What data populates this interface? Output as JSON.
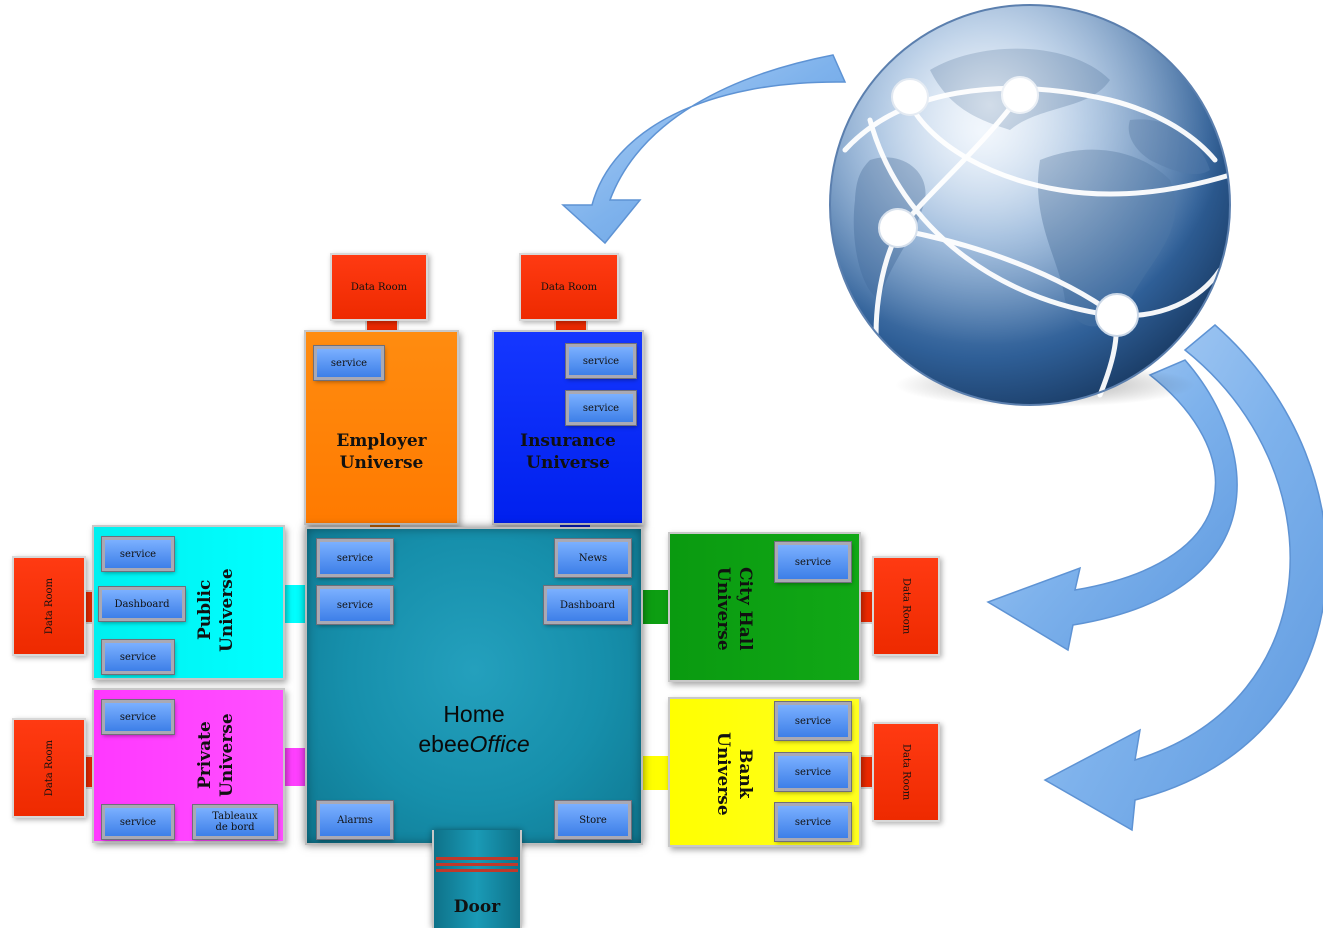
{
  "colors": {
    "employer": "#ff7f00",
    "insurance": "#0a27ff",
    "public": "#00ffff",
    "private": "#ff40ff",
    "cityhall": "#0d9e12",
    "bank": "#ffff00",
    "home": "#1690ac",
    "data_room": "#ee2a00",
    "service": "#4a8bf0",
    "arrow": "#7db2ec"
  },
  "icons": [
    "globe-icon",
    "curved-arrow-icon"
  ],
  "home": {
    "line1": "Home",
    "line2_prefix": "ebee",
    "line2_italic": "Office"
  },
  "door": {
    "label": "Door"
  },
  "home_buttons": {
    "service_1": "service",
    "service_2": "service",
    "news": "News",
    "dashboard": "Dashboard",
    "alarms": "Alarms",
    "store": "Store"
  },
  "employer": {
    "title_1": "Employer",
    "title_2": "Universe",
    "data_room": "Data Room",
    "service_1": "service"
  },
  "insurance": {
    "title_1": "Insurance",
    "title_2": "Universe",
    "data_room": "Data Room",
    "service_1": "service",
    "service_2": "service"
  },
  "public": {
    "title_1": "Public",
    "title_2": "Universe",
    "data_room": "Data Room",
    "service_1": "service",
    "dashboard": "Dashboard",
    "service_2": "service"
  },
  "private": {
    "title_1": "Private",
    "title_2": "Universe",
    "data_room": "Data Room",
    "service_1": "service",
    "service_2": "service",
    "tableaux_1": "Tableaux",
    "tableaux_2": "de bord"
  },
  "cityhall": {
    "title_1": "City Hall",
    "title_2": "Universe",
    "data_room": "Data Room",
    "service_1": "service"
  },
  "bank": {
    "title_1": "Bank",
    "title_2": "Universe",
    "data_room": "Data Room",
    "service_1": "service",
    "service_2": "service",
    "service_3": "service"
  }
}
